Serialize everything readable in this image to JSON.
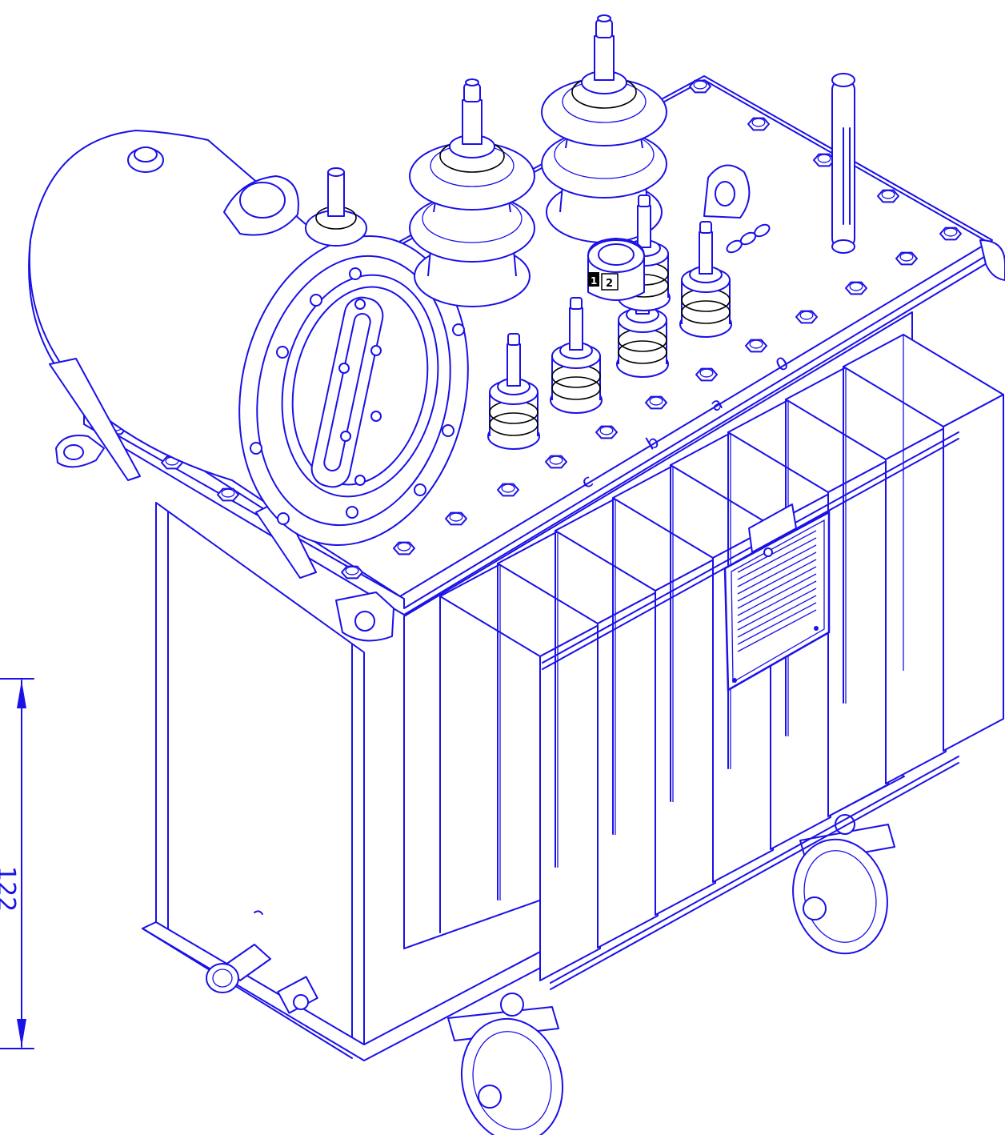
{
  "drawing": {
    "dimension_label": "122",
    "phase_marks": [
      "c",
      "b",
      "a",
      "0"
    ],
    "tap_positions": [
      "1",
      "2"
    ],
    "colors": {
      "line": "#1a10e8",
      "detail": "#000000",
      "background": "#ffffff"
    }
  }
}
